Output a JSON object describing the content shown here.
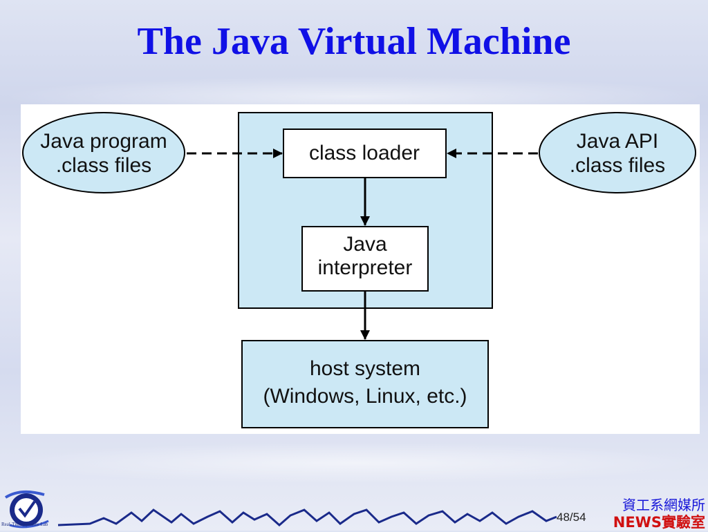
{
  "slide": {
    "title": "The Java Virtual Machine",
    "page_current": "48",
    "page_total": "/54",
    "dept_name": "資工系網媒所",
    "lab_name": "NEWS實驗室",
    "logo_caption": "Real-Time Systems Lab"
  },
  "diagram": {
    "nodes": {
      "java_program": [
        "Java program",
        ".class files"
      ],
      "java_api": [
        "Java API",
        ".class files"
      ],
      "class_loader": [
        "class loader"
      ],
      "java_interpreter": [
        "Java",
        "interpreter"
      ],
      "host_system": [
        "host system",
        "(Windows, Linux, etc.)"
      ]
    },
    "colors": {
      "fill": "#cce8f5",
      "box": "#ffffff",
      "stroke": "#000000",
      "title": "#1010e6"
    }
  }
}
